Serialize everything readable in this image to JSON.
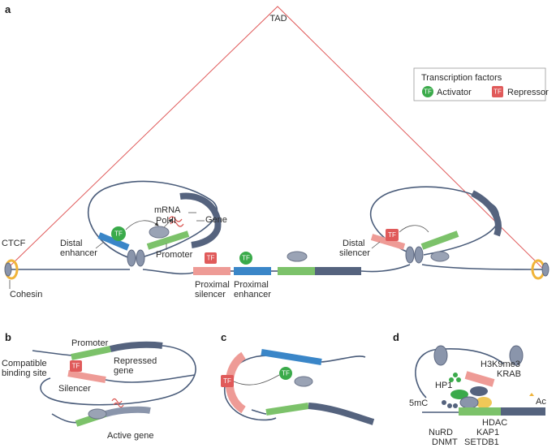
{
  "panels": {
    "a": "a",
    "b": "b",
    "c": "c",
    "d": "d"
  },
  "panel_a": {
    "tad": "TAD",
    "legend": {
      "title": "Transcription factors",
      "activator": "Activator",
      "repressor": "Repressor"
    },
    "tf": "TF",
    "mrna": "mRNA",
    "pol2": "Pol II",
    "gene": "Gene",
    "distal_enhancer": [
      "Distal",
      "enhancer"
    ],
    "promoter": "Promoter",
    "ctcf": "CTCF",
    "cohesin": "Cohesin",
    "proximal_silencer": [
      "Proximal",
      "silencer"
    ],
    "proximal_enhancer": [
      "Proximal",
      "enhancer"
    ],
    "distal_silencer": [
      "Distal",
      "silencer"
    ]
  },
  "panel_b": {
    "promoter": "Promoter",
    "repressed_gene": [
      "Repressed",
      "gene"
    ],
    "compatible_binding_site": [
      "Compatible",
      "binding site"
    ],
    "silencer": "Silencer",
    "active_gene": "Active gene",
    "tf": "TF"
  },
  "panel_c": {
    "tf": "TF"
  },
  "panel_d": {
    "h3k9me3": "H3K9me3",
    "hp1": "HP1",
    "krab": "KRAB",
    "five_mc": "5mC",
    "ac": "Ac",
    "hdac": "HDAC",
    "kap1": "KAP1",
    "nurd": "NuRD",
    "dnmt": "DNMT",
    "setdb1": "SETDB1"
  },
  "colors": {
    "dna": "#4a5c7a",
    "activator_green": "#3aaa4a",
    "repressor_red": "#e05a5a",
    "enhancer_blue": "#3a86c8",
    "silencer_pink": "#ee9b96",
    "gene_slate": "#55637e",
    "promoter_green": "#7cc26a",
    "cohesin_ring": "#f0b43a",
    "tad_line": "#e05a5a"
  },
  "icons": [
    "tf-activator-icon",
    "tf-repressor-icon",
    "pol2-icon",
    "cohesin-ring-icon",
    "ctcf-icon"
  ]
}
